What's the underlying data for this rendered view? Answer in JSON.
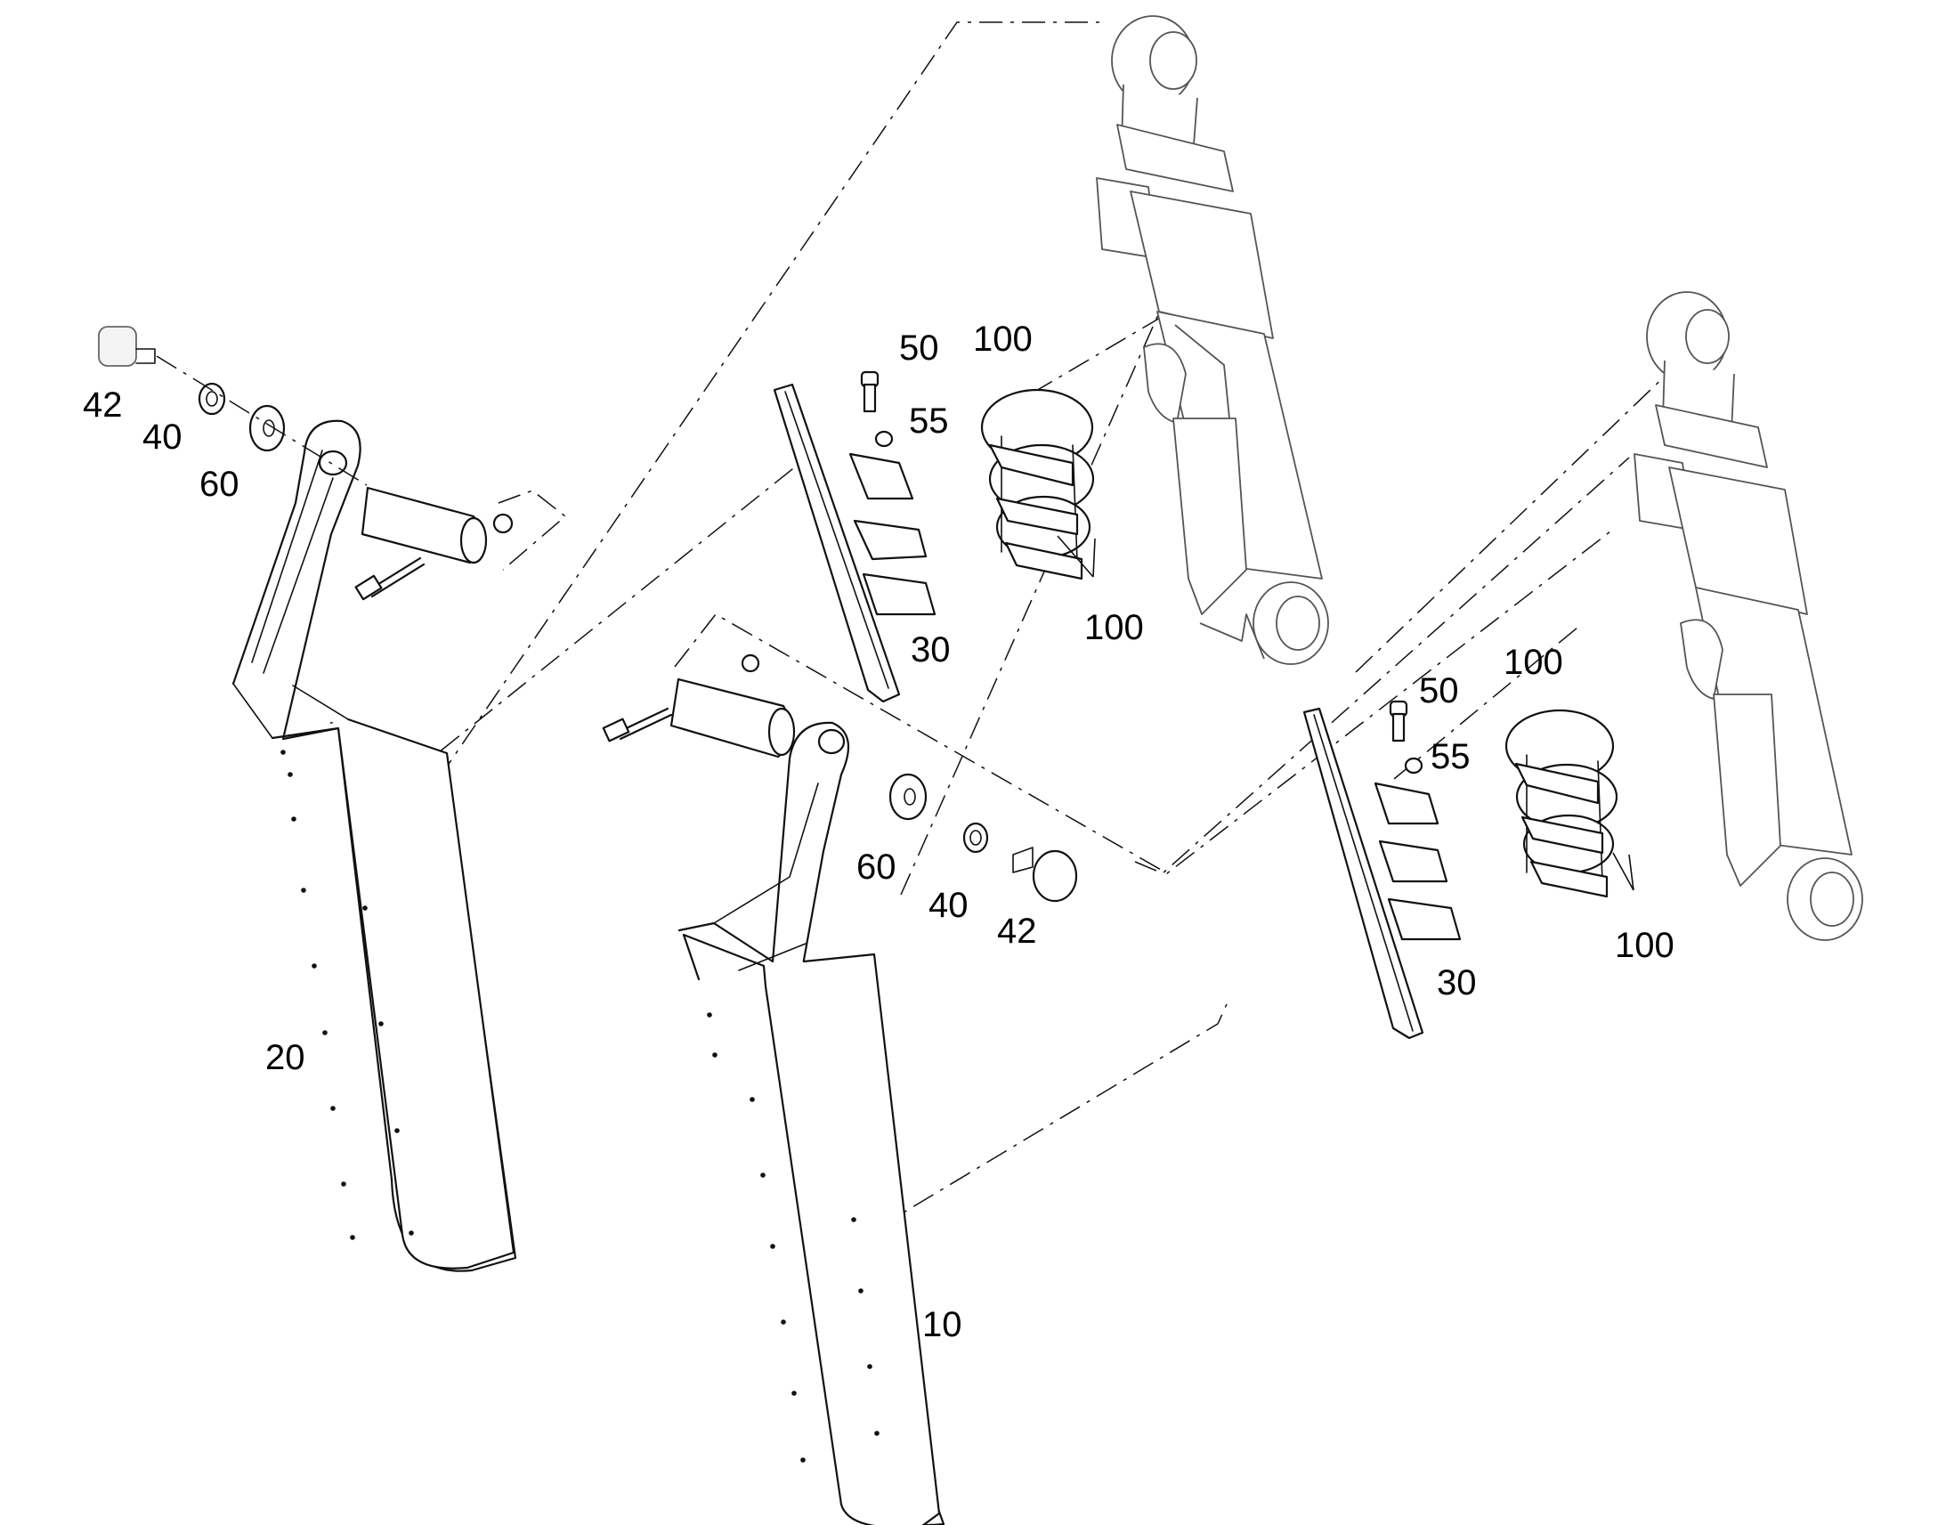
{
  "diagram": {
    "callouts": {
      "c_42_left": "42",
      "c_40_left": "40",
      "c_60_left": "60",
      "c_50_mid": "50",
      "c_100_mid_top": "100",
      "c_55_mid": "55",
      "c_30_mid": "30",
      "c_100_mid_bottom": "100",
      "c_20": "20",
      "c_60_center": "60",
      "c_40_center": "40",
      "c_42_center": "42",
      "c_10": "10",
      "c_100_right_top": "100",
      "c_50_right": "50",
      "c_55_right": "55",
      "c_30_right": "30",
      "c_100_right_bottom": "100"
    }
  }
}
